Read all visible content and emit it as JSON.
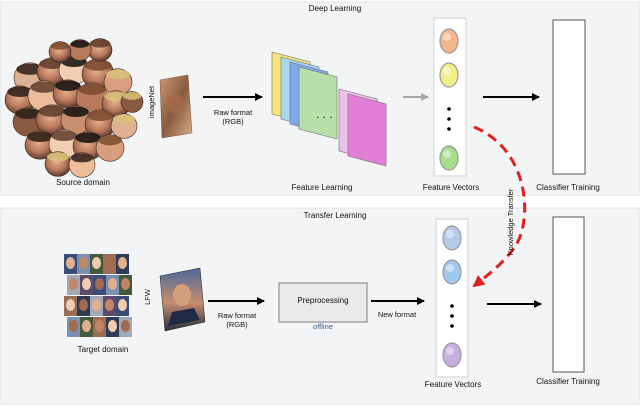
{
  "panels": {
    "top": {
      "title": "Deep Learning",
      "side_label": "imageNet",
      "caption_source": "Source domain",
      "raw_format": [
        "Raw format",
        "(RGB)"
      ],
      "feature_learning": "Feature  Learning",
      "feature_vectors": "Feature Vectors",
      "classifier": "Classifier Training"
    },
    "bottom": {
      "title": "Transfer Learning",
      "side_label": "LFW",
      "caption_target": "Target domain",
      "raw_format": [
        "Raw format",
        "(RGB)"
      ],
      "preprocessing": "Preprocessing",
      "offline": "offline",
      "new_format": "New format",
      "feature_vectors": "Feature Vectors",
      "classifier": "Classifier Training"
    }
  },
  "knowledge_transfer": "Knowledge Transfer",
  "colors": {
    "panel_bg": "#f3f4f5",
    "arrow": "#000000",
    "transfer_arrow": "#e0201c",
    "gray_arrow": "#a6a6a6",
    "offline_text": "#3a5f8f"
  },
  "feature_map_colors": [
    "#f6e57a",
    "#a7d8f0",
    "#7fa9ea",
    "#b6e0a8",
    "#ecc0e8",
    "#e37fd9"
  ],
  "top_vector_colors": [
    "#f3b78a",
    "#f2ee8a",
    "#a8dc8c"
  ],
  "bottom_vector_colors": [
    "#b4cbe8",
    "#9ecaf0",
    "#c6aee2"
  ]
}
